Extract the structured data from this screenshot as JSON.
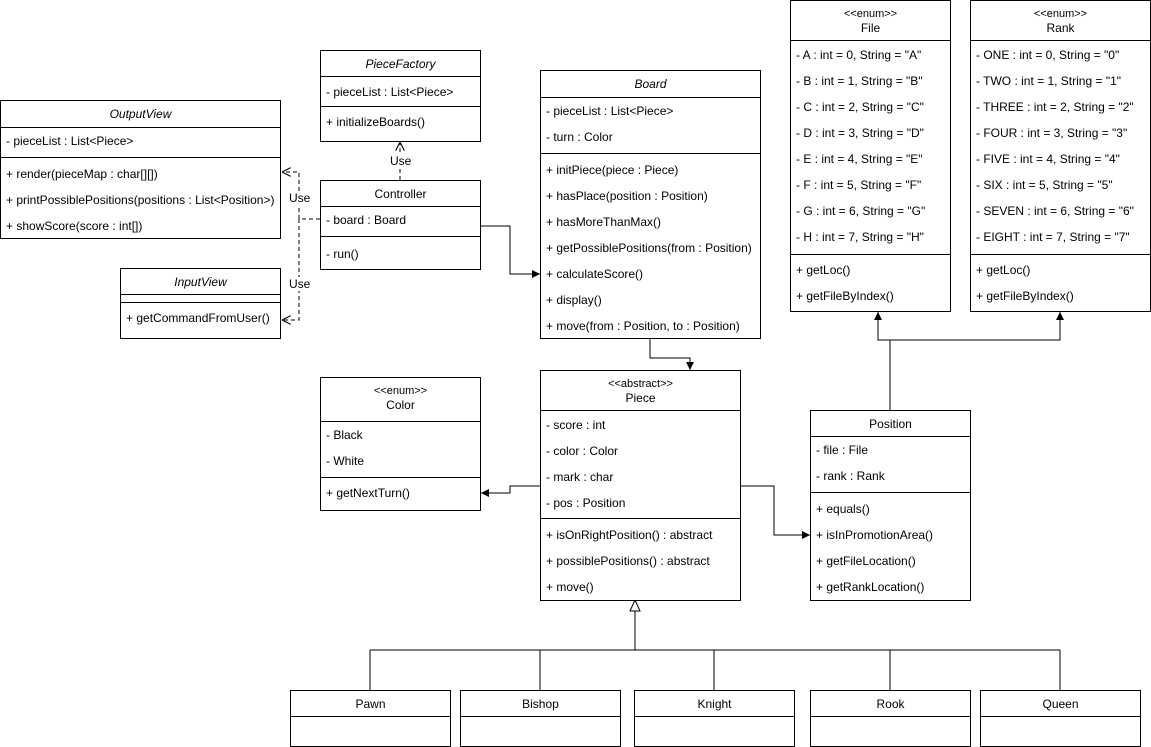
{
  "classes": {
    "piece_factory": {
      "name": "PieceFactory",
      "attributes": [
        "- pieceList : List<Piece>"
      ],
      "methods": [
        "+ initializeBoards()"
      ]
    },
    "output_view": {
      "name": "OutputView",
      "attributes": [
        "- pieceList : List<Piece>"
      ],
      "methods": [
        "+ render(pieceMap : char[][])",
        "+ printPossiblePositions(positions : List<Position>)",
        "+ showScore(score : int[])"
      ]
    },
    "controller": {
      "name": "Controller",
      "attributes": [
        "- board : Board"
      ],
      "methods": [
        "- run()"
      ]
    },
    "input_view": {
      "name": "InputView",
      "methods": [
        "+ getCommandFromUser()"
      ]
    },
    "board": {
      "name": "Board",
      "attributes": [
        "- pieceList : List<Piece>",
        "- turn : Color"
      ],
      "methods": [
        "+ initPiece(piece : Piece)",
        "+ hasPlace(position : Position)",
        "+ hasMoreThanMax()",
        "+ getPossiblePositions(from : Position)",
        "+ calculateScore()",
        "+ display()",
        "+ move(from : Position, to : Position)"
      ]
    },
    "file": {
      "stereotype": "<<enum>>",
      "name": "File",
      "attributes": [
        "- A : int = 0, String = \"A\"",
        "- B : int = 1, String = \"B\"",
        "- C : int = 2, String = \"C\"",
        "- D : int = 3, String = \"D\"",
        "- E : int = 4, String = \"E\"",
        "- F : int = 5, String = \"F\"",
        "- G : int = 6, String = \"G\"",
        "- H : int = 7, String = \"H\""
      ],
      "methods": [
        "+ getLoc()",
        "+ getFileByIndex()"
      ]
    },
    "rank": {
      "stereotype": "<<enum>>",
      "name": "Rank",
      "attributes": [
        "- ONE : int = 0, String = \"0\"",
        "- TWO : int = 1, String = \"1\"",
        "- THREE : int = 2, String = \"2\"",
        "- FOUR : int = 3, String = \"3\"",
        "- FIVE : int = 4, String = \"4\"",
        "- SIX : int = 5, String = \"5\"",
        "- SEVEN : int = 6, String = \"6\"",
        "- EIGHT : int = 7, String = \"7\""
      ],
      "methods": [
        "+ getLoc()",
        "+ getFileByIndex()"
      ]
    },
    "color": {
      "stereotype": "<<enum>>",
      "name": "Color",
      "attributes": [
        "- Black",
        "- White"
      ],
      "methods": [
        "+ getNextTurn()"
      ]
    },
    "piece": {
      "stereotype": "<<abstract>>",
      "name": "Piece",
      "attributes": [
        "- score : int",
        "- color : Color",
        "- mark : char",
        "- pos : Position"
      ],
      "methods": [
        "+ isOnRightPosition() : abstract",
        "+ possiblePositions() : abstract",
        "+ move()"
      ]
    },
    "position": {
      "name": "Position",
      "attributes": [
        "- file : File",
        "- rank : Rank"
      ],
      "methods": [
        "+ equals()",
        "+ isInPromotionArea()",
        "+ getFileLocation()",
        "+ getRankLocation()"
      ]
    },
    "pawn": {
      "name": "Pawn"
    },
    "bishop": {
      "name": "Bishop"
    },
    "knight": {
      "name": "Knight"
    },
    "rook": {
      "name": "Rook"
    },
    "queen": {
      "name": "Queen"
    }
  },
  "relations": {
    "use_factory": "Use",
    "use_output": "Use",
    "use_input": "Use"
  }
}
